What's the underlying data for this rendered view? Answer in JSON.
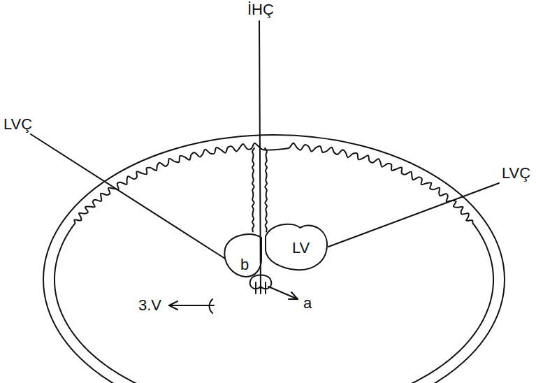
{
  "diagram": {
    "nodes": [
      {
        "text": [
          "b"
        ]
      },
      {
        "text": [
          "LV"
        ]
      }
    ],
    "labels": [
      "İHÇ",
      "LVÇ",
      "LVÇ",
      "3.V",
      "a"
    ]
  }
}
